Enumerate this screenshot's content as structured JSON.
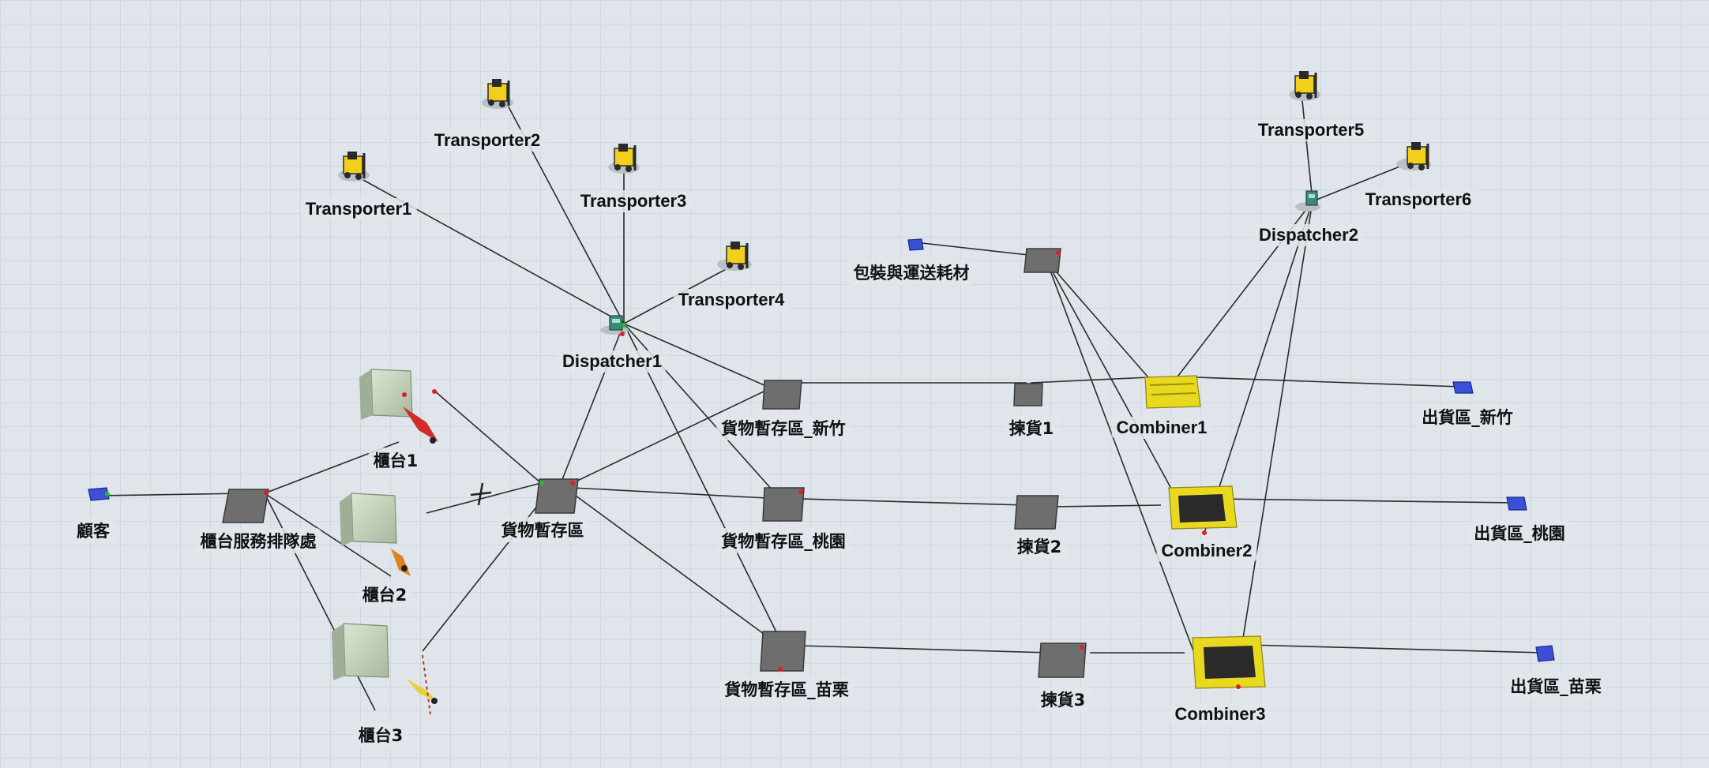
{
  "view": {
    "title": "3D model view",
    "colors": {
      "floor": "#dfe5ea",
      "grid": "#c6cfd7",
      "connector": "#2b2b2b",
      "queue_fill": "#6e6e6e",
      "source_fill": "#3b4fd8",
      "dispatcher_fill": "#3a8a7a",
      "forklift_body": "#f2cf1a",
      "forklift_dark": "#2a2a2a",
      "counter_box": "#c7d4bd",
      "combiner_fill": "#e8d81e",
      "port_red": "#e02020",
      "port_green": "#20c020"
    }
  },
  "objects": {
    "transporter1": {
      "label": "Transporter1",
      "kind": "transporter"
    },
    "transporter2": {
      "label": "Transporter2",
      "kind": "transporter"
    },
    "transporter3": {
      "label": "Transporter3",
      "kind": "transporter"
    },
    "transporter4": {
      "label": "Transporter4",
      "kind": "transporter"
    },
    "transporter5": {
      "label": "Transporter5",
      "kind": "transporter"
    },
    "transporter6": {
      "label": "Transporter6",
      "kind": "transporter"
    },
    "dispatcher1": {
      "label": "Dispatcher1",
      "kind": "dispatcher"
    },
    "dispatcher2": {
      "label": "Dispatcher2",
      "kind": "dispatcher"
    },
    "customer": {
      "label": "顧客",
      "kind": "source"
    },
    "counter_queue": {
      "label": "櫃台服務排隊處",
      "kind": "queue"
    },
    "counter1": {
      "label": "櫃台1",
      "kind": "processor"
    },
    "counter2": {
      "label": "櫃台2",
      "kind": "processor"
    },
    "counter3": {
      "label": "櫃台3",
      "kind": "processor"
    },
    "goods_queue": {
      "label": "貨物暫存區",
      "kind": "queue"
    },
    "queue_hsinchu": {
      "label": "貨物暫存區_新竹",
      "kind": "queue"
    },
    "queue_taoyuan": {
      "label": "貨物暫存區_桃園",
      "kind": "queue"
    },
    "queue_miaoli": {
      "label": "貨物暫存區_苗栗",
      "kind": "queue"
    },
    "packaging": {
      "label": "包裝與運送耗材",
      "kind": "source"
    },
    "packaging_queue": {
      "label": "",
      "kind": "queue"
    },
    "pick1": {
      "label": "揀貨1",
      "kind": "queue"
    },
    "pick2": {
      "label": "揀貨2",
      "kind": "queue"
    },
    "pick3": {
      "label": "揀貨3",
      "kind": "queue"
    },
    "combiner1": {
      "label": "Combiner1",
      "kind": "combiner"
    },
    "combiner2": {
      "label": "Combiner2",
      "kind": "combiner"
    },
    "combiner3": {
      "label": "Combiner3",
      "kind": "combiner"
    },
    "sink_hsinchu": {
      "label": "出貨區_新竹",
      "kind": "sink"
    },
    "sink_taoyuan": {
      "label": "出貨區_桃園",
      "kind": "sink"
    },
    "sink_miaoli": {
      "label": "出貨區_苗栗",
      "kind": "sink"
    }
  }
}
